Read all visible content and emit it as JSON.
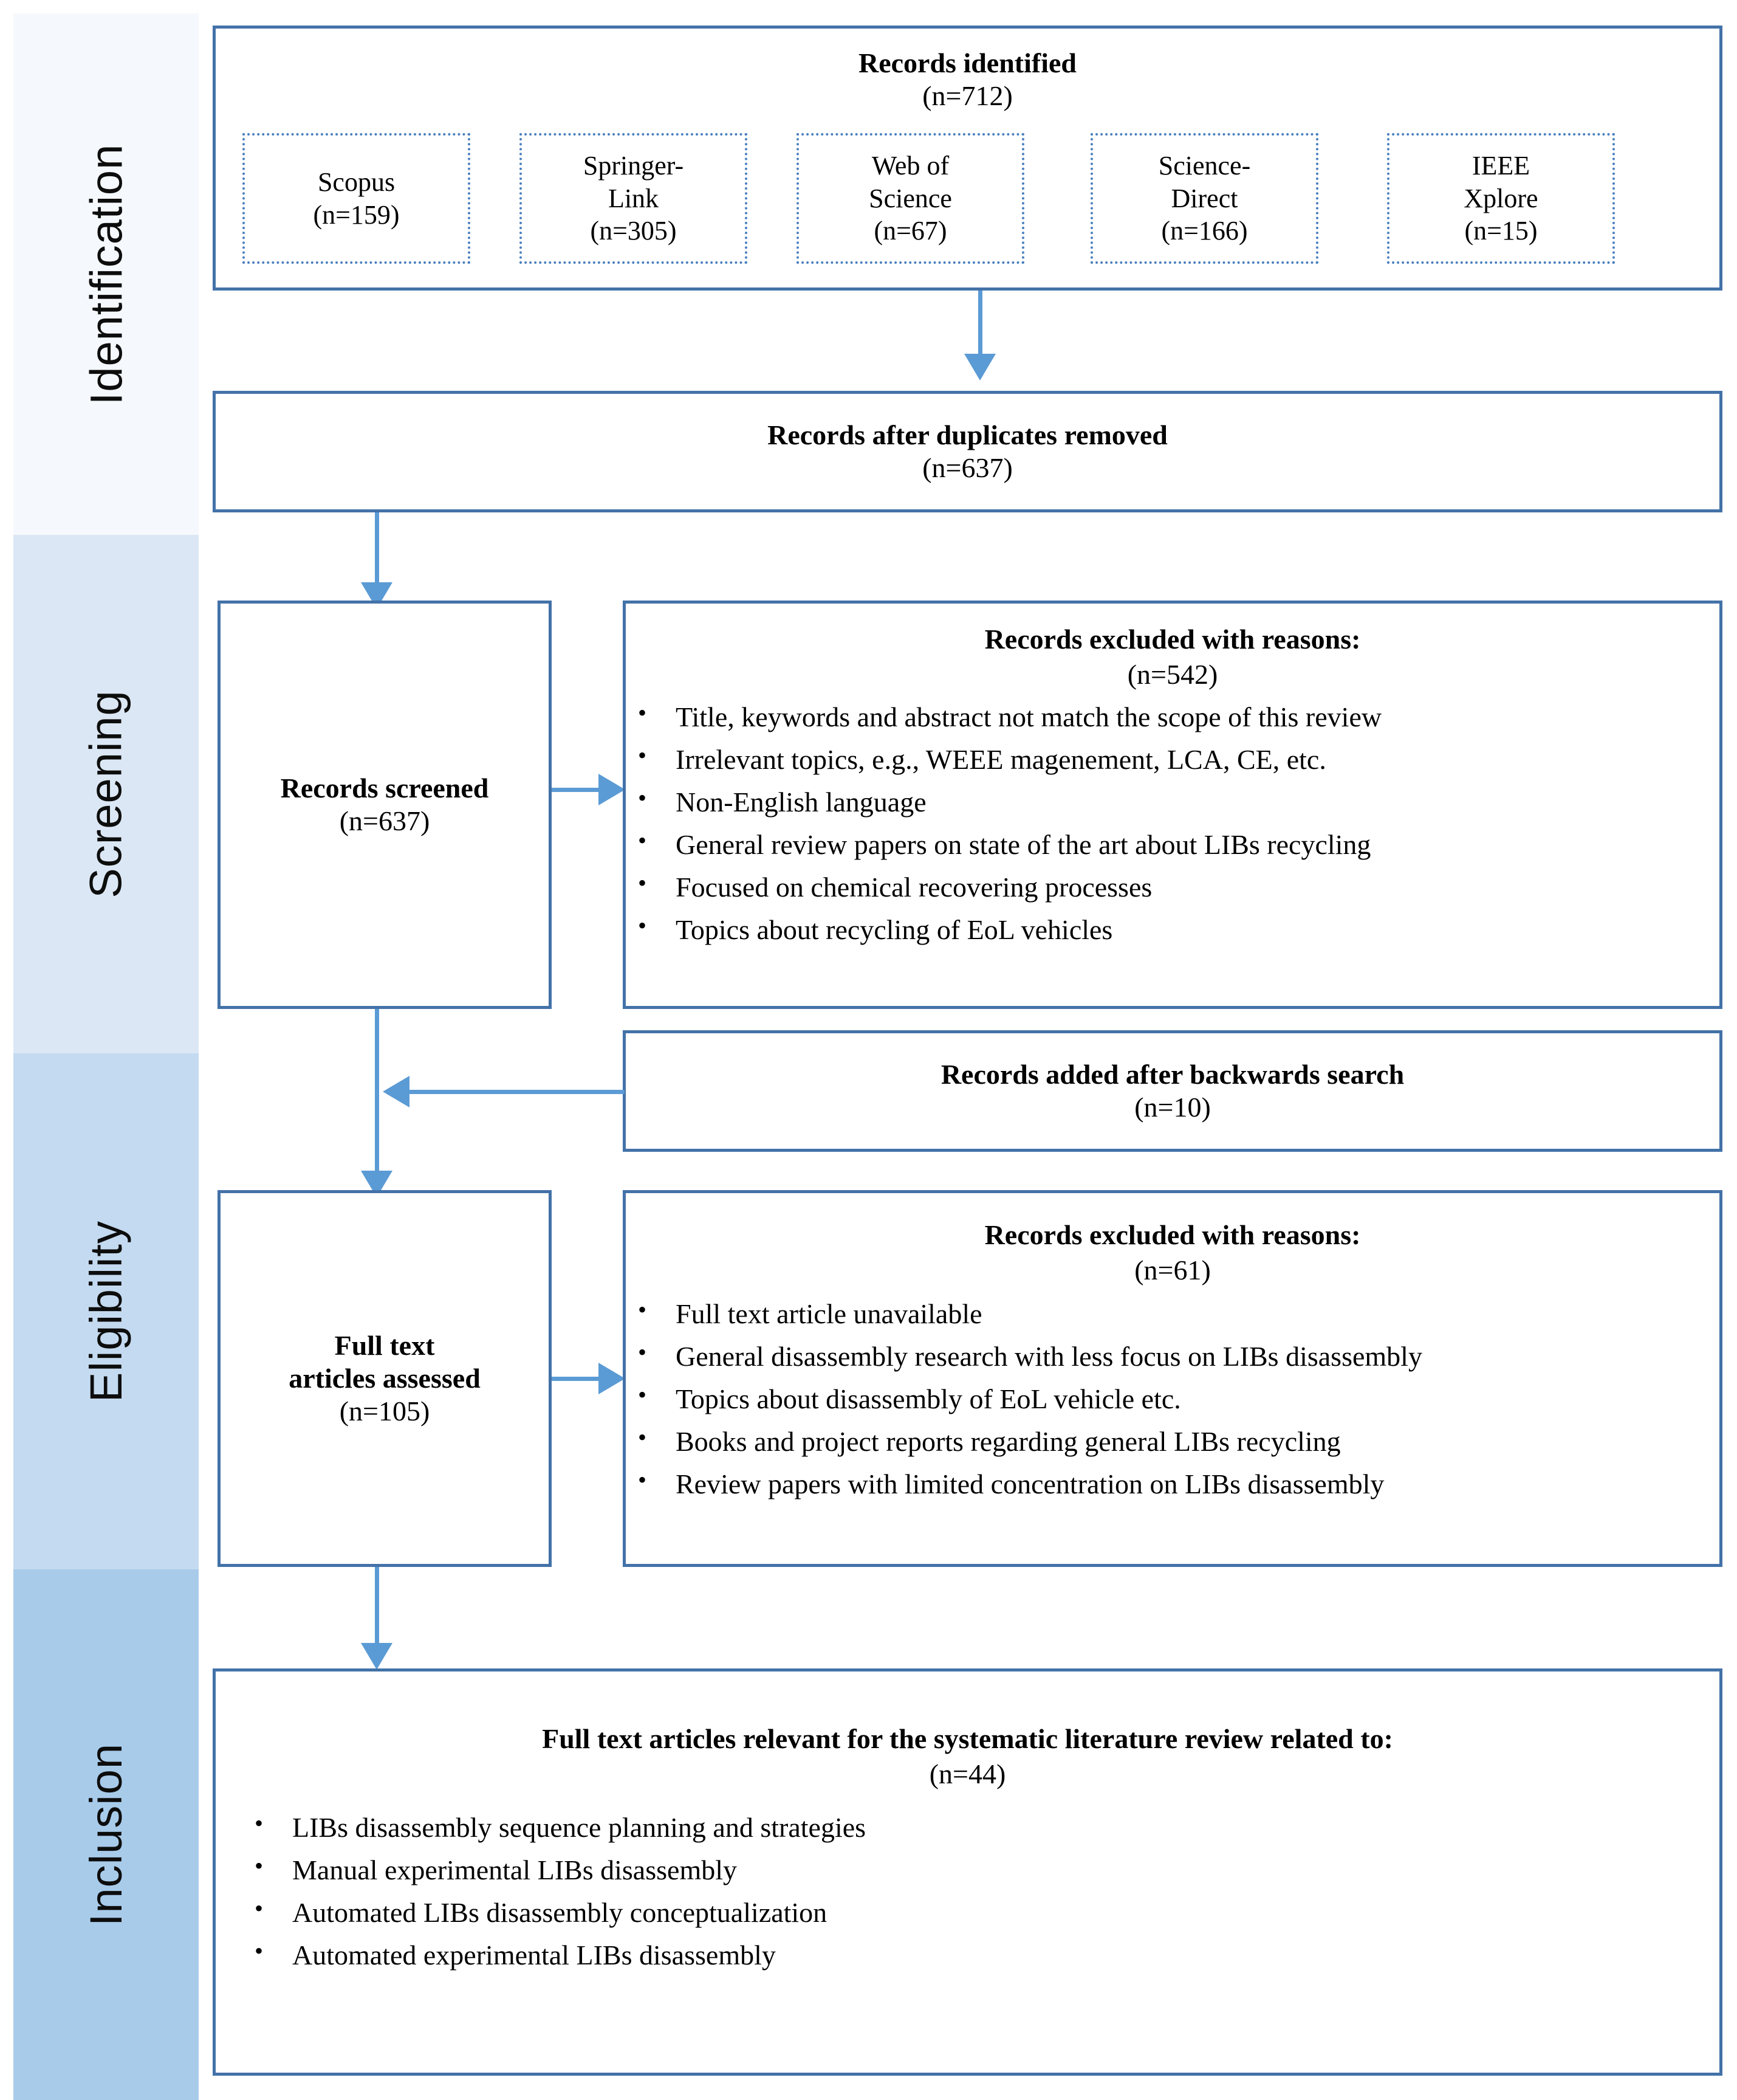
{
  "stages": [
    {
      "label": "Identification"
    },
    {
      "label": "Screening"
    },
    {
      "label": "Eligibility"
    },
    {
      "label": "Inclusion"
    }
  ],
  "identification": {
    "title": "Records identified",
    "count": "(n=712)",
    "sources": [
      {
        "name": "Scopus",
        "count": "(n=159)"
      },
      {
        "name": "Springer-\nLink",
        "count": "(n=305)"
      },
      {
        "name": "Web of\nScience",
        "count": "(n=67)"
      },
      {
        "name": "Science-\nDirect",
        "count": "(n=166)"
      },
      {
        "name": "IEEE\nXplore",
        "count": "(n=15)"
      }
    ],
    "duplicates_box": {
      "title": "Records after duplicates removed",
      "count": "(n=637)"
    }
  },
  "screening": {
    "screened_box": {
      "title": "Records screened",
      "count": "(n=637)"
    },
    "excluded_box": {
      "title": "Records excluded with reasons:",
      "count": "(n=542)",
      "reasons": [
        "Title, keywords and abstract not match the scope of this review",
        "Irrelevant topics, e.g.,  WEEE magenement,  LCA, CE, etc.",
        "Non-English language",
        "General review papers on state of the art about LIBs recycling",
        "Focused on chemical recovering processes",
        "Topics about recycling of EoL vehicles"
      ]
    },
    "backwards_box": {
      "title": "Records added after backwards search",
      "count": "(n=10)"
    }
  },
  "eligibility": {
    "assessed_box": {
      "title": "Full text\narticles assessed",
      "count": "(n=105)"
    },
    "excluded_box": {
      "title": "Records excluded with reasons:",
      "count": "(n=61)",
      "reasons": [
        "Full text article unavailable",
        "General disassembly research with less focus on LIBs disassembly",
        "Topics about disassembly of EoL vehicle etc.",
        "Books and project reports regarding general LIBs recycling",
        "Review papers with limited concentration on LIBs disassembly"
      ]
    }
  },
  "inclusion": {
    "included_box": {
      "title": "Full text articles relevant for the systematic literature review related to:",
      "count": "(n=44)",
      "topics": [
        "LIBs disassembly sequence planning and strategies",
        "Manual experimental LIBs disassembly",
        "Automated LIBs disassembly conceptualization",
        "Automated experimental LIBs disassembly"
      ]
    }
  },
  "colors": {
    "box_border": "#4372a8",
    "connector": "#5b9bd5",
    "band_identification": "#f5f8fc",
    "band_screening": "#dbe7f4",
    "band_eligibility": "#c4daf0",
    "band_inclusion": "#a8cbea",
    "source_border": "#4a7fbe"
  }
}
